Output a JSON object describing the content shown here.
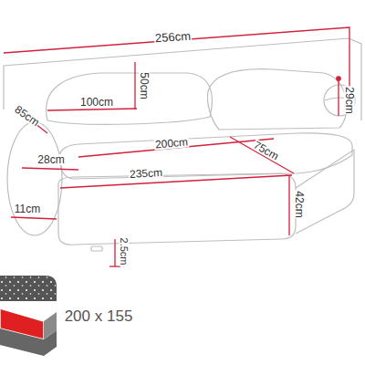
{
  "diagram": {
    "labels": [
      "256cm",
      "50cm",
      "100cm",
      "85cm",
      "29cm",
      "28cm",
      "200cm",
      "75cm",
      "235cm",
      "11cm",
      "42cm",
      "2.5cm",
      "200 x 155"
    ]
  }
}
